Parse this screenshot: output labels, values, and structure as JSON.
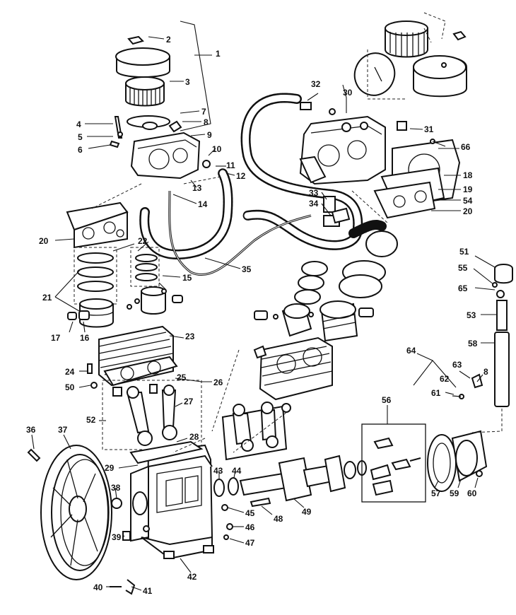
{
  "diagram": {
    "callouts": [
      "1",
      "2",
      "3",
      "4",
      "5",
      "6",
      "7",
      "8",
      "9",
      "10",
      "11",
      "12",
      "13",
      "14",
      "15",
      "16",
      "17",
      "18",
      "19",
      "20",
      "20",
      "21",
      "22",
      "23",
      "24",
      "25",
      "26",
      "27",
      "28",
      "29",
      "30",
      "31",
      "32",
      "33",
      "34",
      "35",
      "36",
      "37",
      "38",
      "39",
      "40",
      "41",
      "42",
      "43",
      "44",
      "45",
      "46",
      "47",
      "48",
      "49",
      "50",
      "51",
      "52",
      "53",
      "54",
      "55",
      "56",
      "57",
      "58",
      "59",
      "60",
      "61",
      "62",
      "63",
      "64",
      "65",
      "66",
      "8"
    ]
  }
}
